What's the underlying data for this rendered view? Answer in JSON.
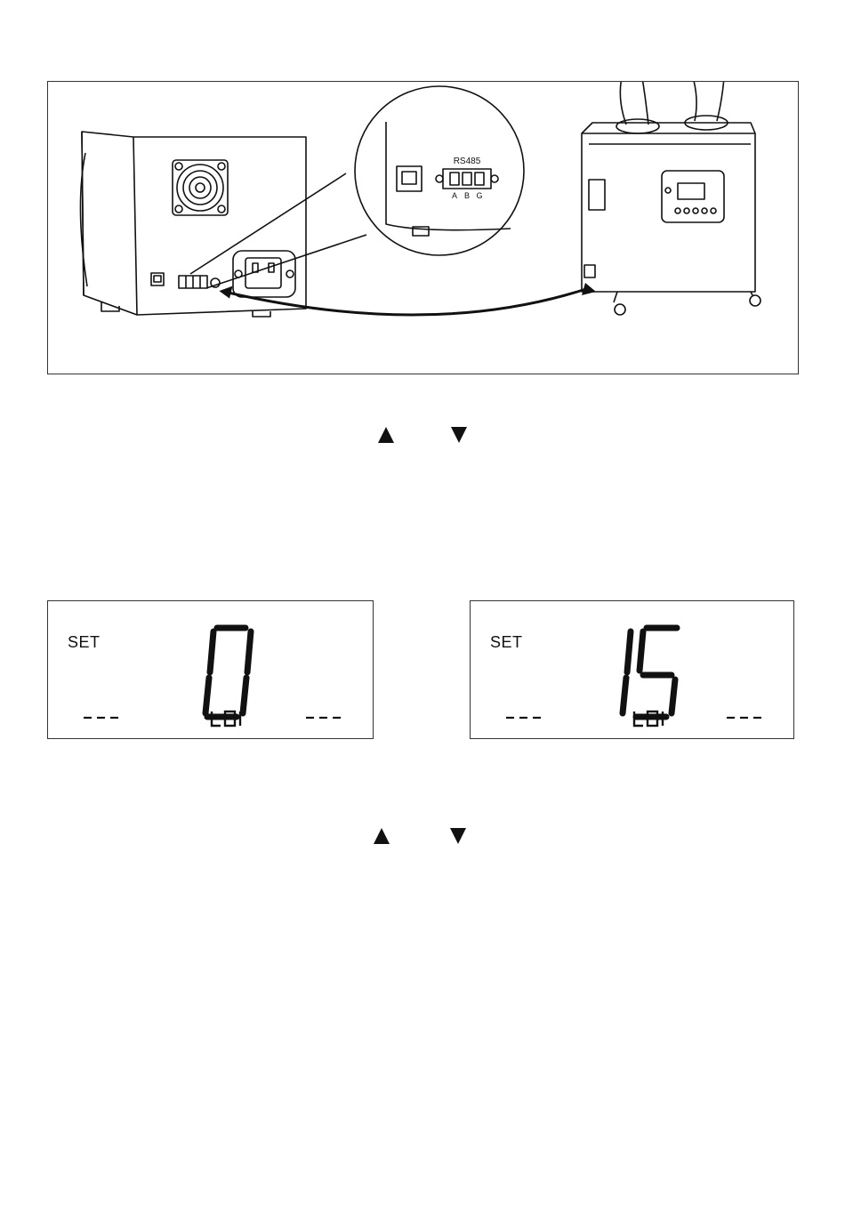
{
  "figure": {
    "port_label": "RS485",
    "pin_labels": [
      "A",
      "B",
      "G"
    ]
  },
  "arrows": {
    "up_icon": "triangle-up-icon",
    "down_icon": "triangle-down-icon"
  },
  "displays": [
    {
      "set_label": "SET",
      "main_value": "0",
      "code": "t01",
      "left": "---",
      "right": "---"
    },
    {
      "set_label": "SET",
      "main_value": "15",
      "code": "t01",
      "left": "---",
      "right": "---"
    }
  ],
  "colors": {
    "ink": "#111111",
    "frame": "#333333"
  }
}
